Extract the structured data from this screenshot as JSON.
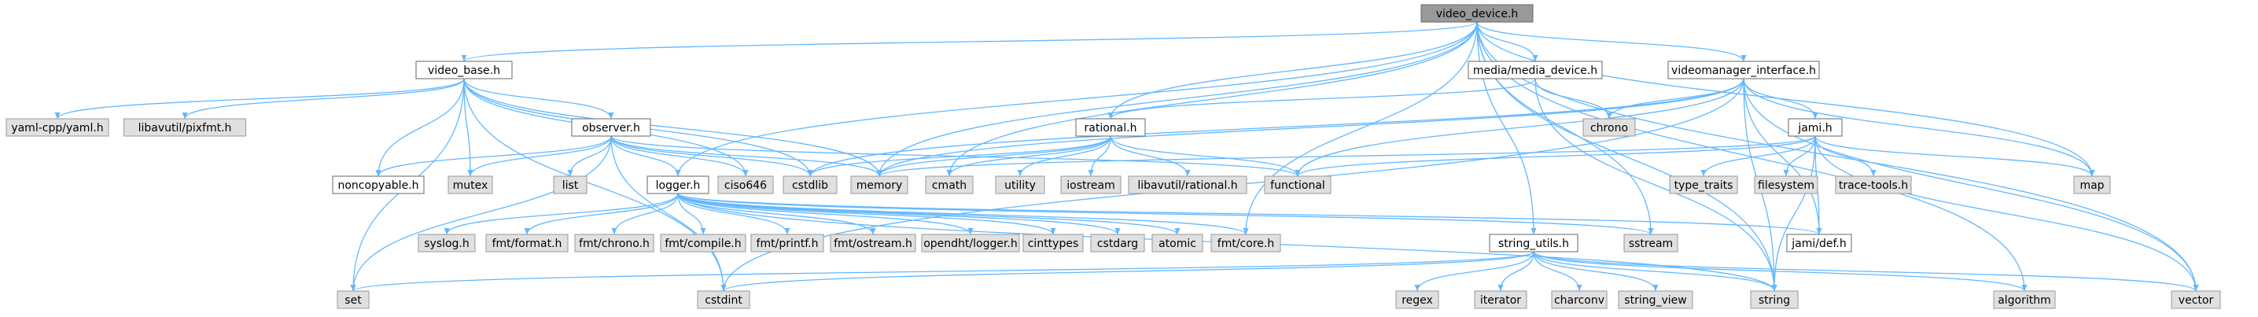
{
  "colors": {
    "edge": "#63b8ff",
    "root_fill": "#999999",
    "node_fill": "#ffffff",
    "ext_fill": "#e0e0e0",
    "border": "#666666",
    "ext_border": "#999999",
    "text": "#000000"
  },
  "nodes": {
    "video_device_h": "video_device.h",
    "video_base_h": "video_base.h",
    "media_media_device_h": "media/media_device.h",
    "videomanager_interface_h": "videomanager_interface.h",
    "yaml_cpp": "yaml-cpp/yaml.h",
    "libavutil_pixfmt": "libavutil/pixfmt.h",
    "observer_h": "observer.h",
    "rational_h": "rational.h",
    "chrono": "chrono",
    "jami_h": "jami.h",
    "noncopyable_h": "noncopyable.h",
    "mutex": "mutex",
    "list": "list",
    "logger_h": "logger.h",
    "ciso646": "ciso646",
    "cstdlib": "cstdlib",
    "memory": "memory",
    "cmath": "cmath",
    "utility": "utility",
    "iostream": "iostream",
    "libavutil_rational": "libavutil/rational.h",
    "functional": "functional",
    "type_traits": "type_traits",
    "filesystem": "filesystem",
    "trace_tools": "trace-tools.h",
    "map": "map",
    "syslog": "syslog.h",
    "fmt_format": "fmt/format.h",
    "fmt_chrono": "fmt/chrono.h",
    "fmt_compile": "fmt/compile.h",
    "fmt_printf": "fmt/printf.h",
    "fmt_ostream": "fmt/ostream.h",
    "opendht_logger": "opendht/logger.h",
    "cinttypes": "cinttypes",
    "cstdarg": "cstdarg",
    "atomic": "atomic",
    "fmt_core": "fmt/core.h",
    "string_utils_h": "string_utils.h",
    "sstream": "sstream",
    "jami_def": "jami/def.h",
    "set": "set",
    "cstdint": "cstdint",
    "regex": "regex",
    "iterator": "iterator",
    "charconv": "charconv",
    "string_view": "string_view",
    "string": "string",
    "algorithm": "algorithm",
    "vector": "vector"
  }
}
